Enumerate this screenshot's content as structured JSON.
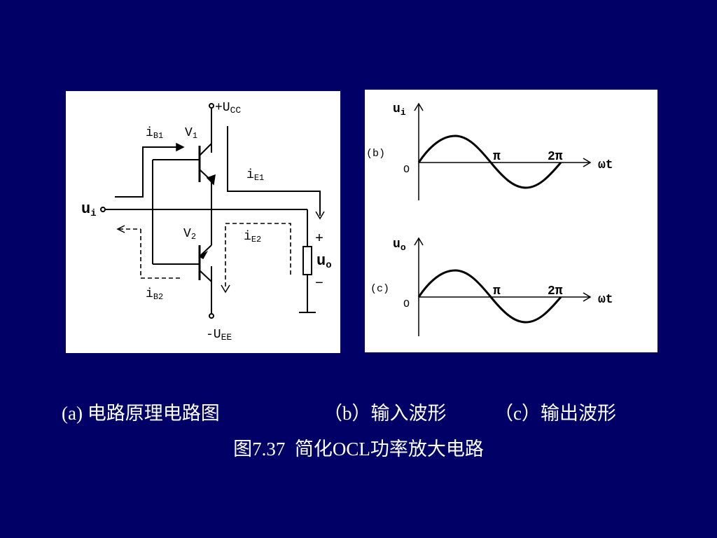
{
  "circuit": {
    "vcc": "+U",
    "vcc_sub": "CC",
    "vee": "-U",
    "vee_sub": "EE",
    "v1": "V",
    "v1_sub": "1",
    "v2": "V",
    "v2_sub": "2",
    "ib1": "i",
    "ib1_sub": "B1",
    "ib2": "i",
    "ib2_sub": "B2",
    "ie1": "i",
    "ie1_sub": "E1",
    "ie2": "i",
    "ie2_sub": "E2",
    "ui": "u",
    "ui_sub": "i",
    "uo": "u",
    "uo_sub": "o",
    "plus": "+",
    "minus": "−"
  },
  "waveforms": {
    "input": {
      "axis_label": "u",
      "axis_sub": "i",
      "panel_tag": "(b)",
      "origin": "O",
      "tick_pi": "π",
      "tick_2pi": "2π",
      "x_label": "ωt"
    },
    "output": {
      "axis_label": "u",
      "axis_sub": "o",
      "panel_tag": "(c)",
      "origin": "O",
      "tick_pi": "π",
      "tick_2pi": "2π",
      "x_label": "ωt"
    }
  },
  "captions": {
    "a": "(a) 电路原理电路图",
    "b": "（b）输入波形",
    "c": "（c）输出波形",
    "figure_title": "图7.37  简化OCL功率放大电路"
  }
}
